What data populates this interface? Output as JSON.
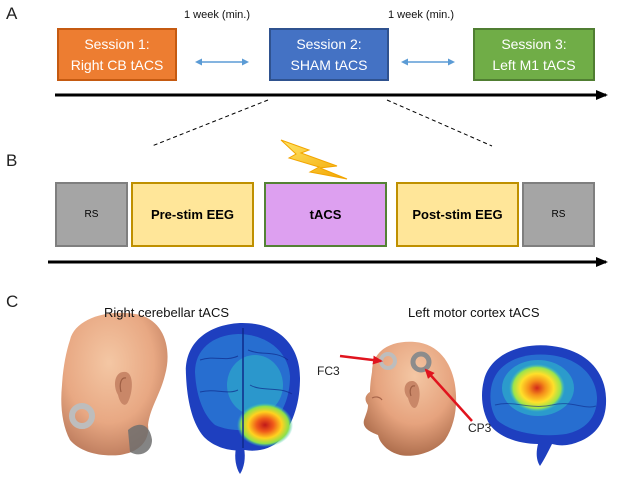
{
  "panels": {
    "a": "A",
    "b": "B",
    "c": "C"
  },
  "panel_a": {
    "gap1": "1 week (min.)",
    "gap2": "1 week (min.)",
    "sessions": [
      {
        "line1": "Session 1:",
        "line2": "Right CB tACS",
        "color": "#ed7d31"
      },
      {
        "line1": "Session 2:",
        "line2": "SHAM tACS",
        "color": "#4472c4"
      },
      {
        "line1": "Session 3:",
        "line2": "Left M1 tACS",
        "color": "#70ad47"
      }
    ]
  },
  "panel_b": {
    "stages": [
      {
        "label": "RS",
        "color": "#a5a5a5"
      },
      {
        "label": "Pre-stim EEG",
        "color": "#ffe699"
      },
      {
        "label": "tACS",
        "color": "#dda0f0"
      },
      {
        "label": "Post-stim EEG",
        "color": "#ffe699"
      },
      {
        "label": "RS",
        "color": "#a5a5a5"
      }
    ]
  },
  "panel_c": {
    "left_title": "Right cerebellar tACS",
    "right_title": "Left motor cortex tACS",
    "electrode_1": "FC3",
    "electrode_2": "CP3"
  },
  "icons": [
    "lightning-bolt-icon",
    "double-arrow-icon"
  ]
}
